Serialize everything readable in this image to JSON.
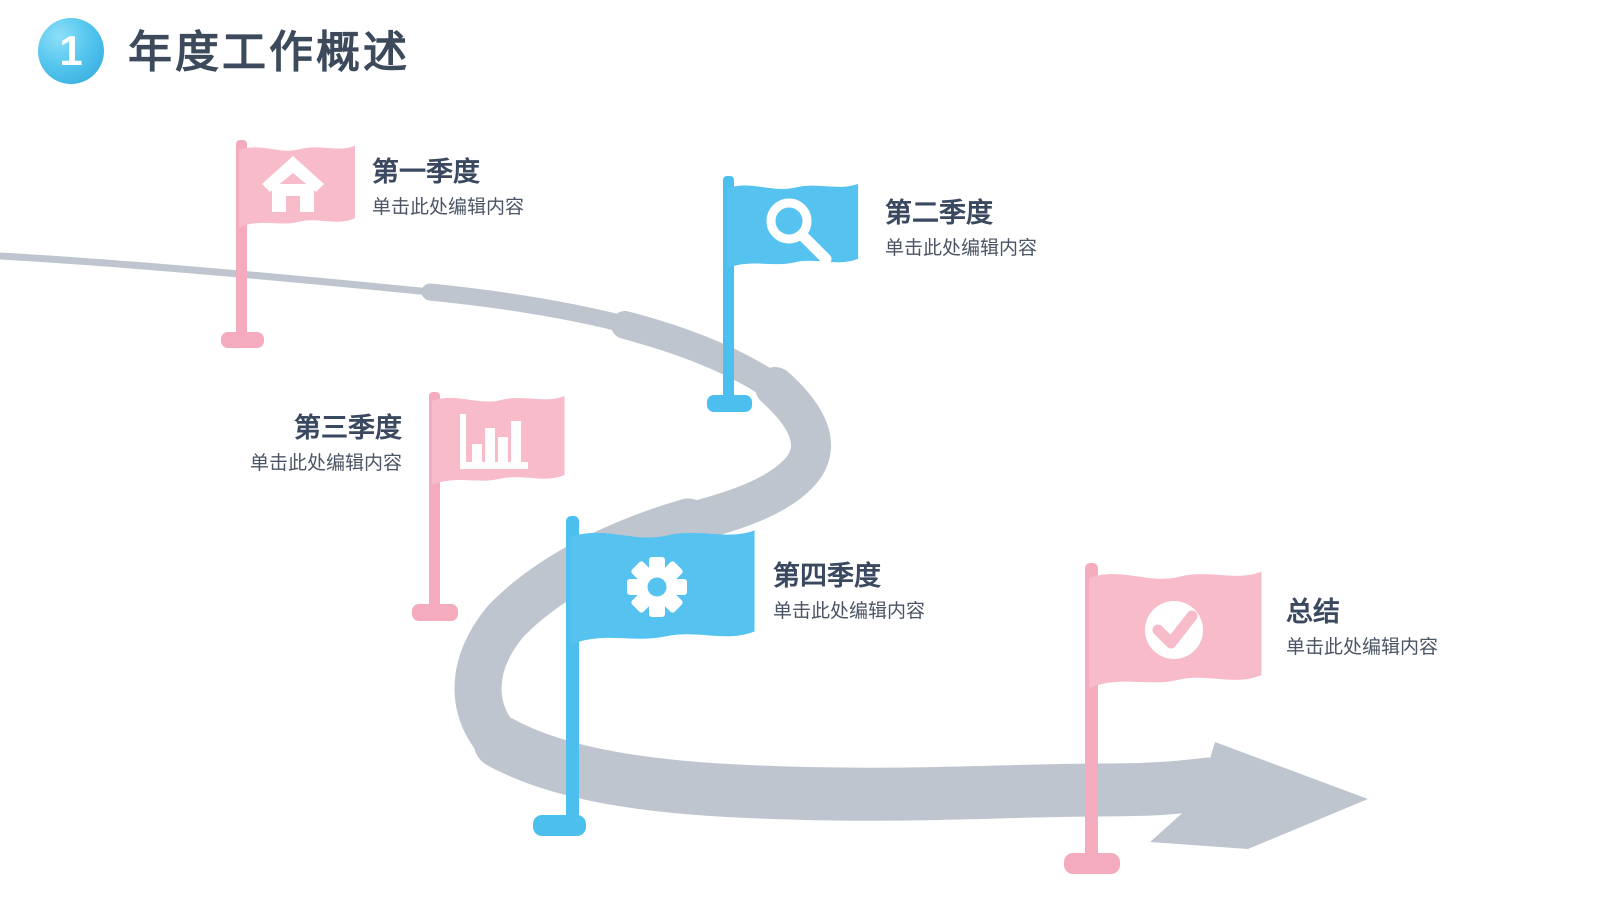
{
  "header": {
    "number": "1",
    "title": "年度工作概述"
  },
  "milestones": [
    {
      "title": "第一季度",
      "subtitle": "单击此处编辑内容",
      "icon": "home-icon",
      "flag_color": "pink"
    },
    {
      "title": "第二季度",
      "subtitle": "单击此处编辑内容",
      "icon": "search-icon",
      "flag_color": "blue"
    },
    {
      "title": "第三季度",
      "subtitle": "单击此处编辑内容",
      "icon": "bar-chart-icon",
      "flag_color": "pink"
    },
    {
      "title": "第四季度",
      "subtitle": "单击此处编辑内容",
      "icon": "gear-icon",
      "flag_color": "blue"
    },
    {
      "title": "总结",
      "subtitle": "单击此处编辑内容",
      "icon": "check-icon",
      "flag_color": "pink"
    }
  ],
  "colors": {
    "pink_flag": "#f8bbca",
    "pink_pole": "#f5abbe",
    "blue_flag": "#55c2f0",
    "blue_pole": "#4cbfee",
    "road_gray": "#bfc5ce",
    "title_text": "#3b4960",
    "subtitle_text": "#4b5565",
    "badge_blue": "#2fa7db",
    "background": "#ffffff"
  }
}
